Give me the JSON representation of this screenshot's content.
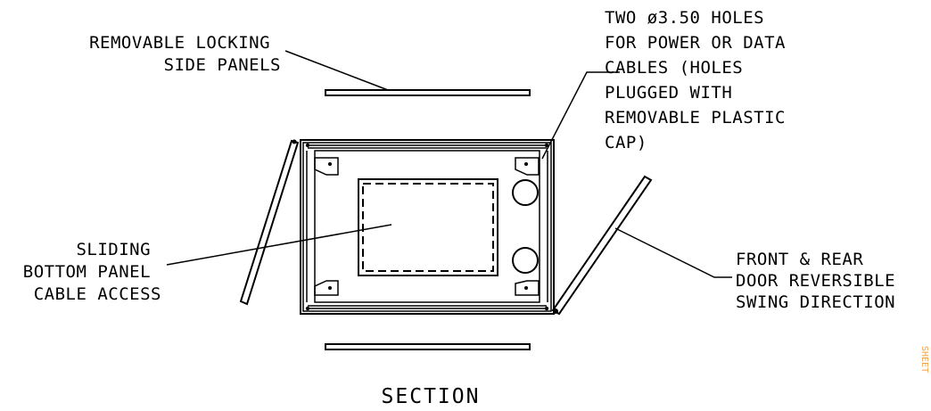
{
  "colors": {
    "line": "#000000",
    "edge_text": "#f5a040",
    "background": "#ffffff"
  },
  "labels": {
    "side_panels": [
      "REMOVABLE LOCKING",
      "SIDE PANELS"
    ],
    "holes": [
      "TWO ø3.50 HOLES",
      "FOR POWER OR DATA",
      "CABLES (HOLES",
      "PLUGGED WITH",
      "REMOVABLE PLASTIC",
      "CAP)"
    ],
    "bottom_panel": [
      "SLIDING",
      "BOTTOM PANEL",
      "CABLE ACCESS"
    ],
    "doors": [
      "FRONT & REAR",
      "DOOR REVERSIBLE",
      "SWING DIRECTION"
    ],
    "section_title": "SECTION",
    "edge_text": "SHEET"
  }
}
